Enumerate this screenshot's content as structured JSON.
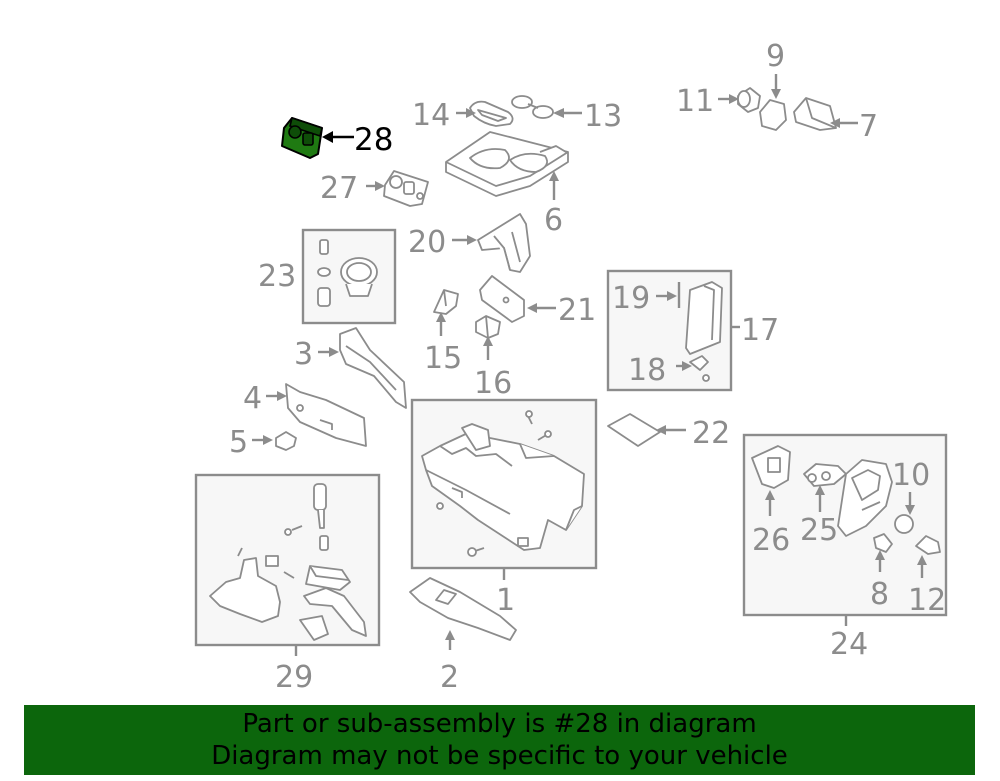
{
  "diagram": {
    "highlighted_part": "28",
    "callouts": {
      "c1": "1",
      "c2": "2",
      "c3": "3",
      "c4": "4",
      "c5": "5",
      "c6": "6",
      "c7": "7",
      "c8": "8",
      "c9": "9",
      "c10": "10",
      "c11": "11",
      "c12": "12",
      "c13": "13",
      "c14": "14",
      "c15": "15",
      "c16": "16",
      "c17": "17",
      "c18": "18",
      "c19": "19",
      "c20": "20",
      "c21": "21",
      "c22": "22",
      "c23": "23",
      "c24": "24",
      "c25": "25",
      "c26": "26",
      "c27": "27",
      "c28": "28",
      "c29": "29"
    },
    "colors": {
      "highlight": "#1f7a12",
      "line": "#8c8c8c",
      "banner": "#0c660c"
    }
  },
  "banner": {
    "line1": "Part or sub-assembly is #28 in diagram",
    "line2": "Diagram may not be specific to your vehicle"
  }
}
